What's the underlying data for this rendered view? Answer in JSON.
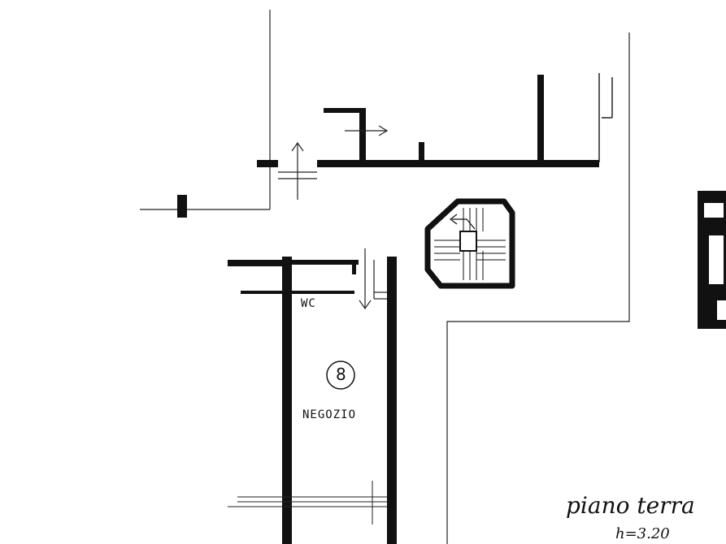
{
  "plan": {
    "rooms": [
      {
        "id": "wc",
        "label": "WC"
      },
      {
        "id": "shop",
        "number": "8",
        "label": "NEGOZIO"
      }
    ],
    "floor_name": "piano terra",
    "floor_height": "h=3.20",
    "colors": {
      "ink": "#111111",
      "paper": "#ffffff"
    }
  }
}
